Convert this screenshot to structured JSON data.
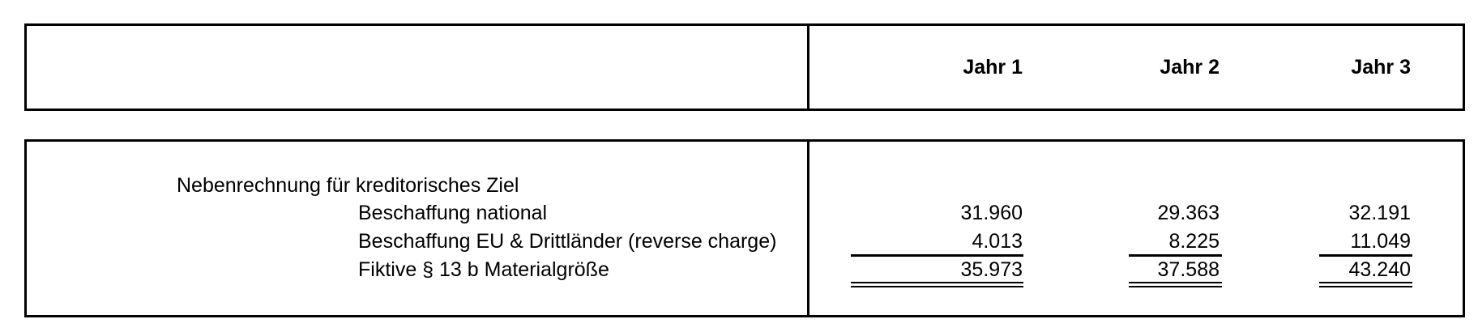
{
  "table": {
    "column_headers": [
      "Jahr 1",
      "Jahr 2",
      "Jahr 3"
    ],
    "section_title": "Nebenrechnung für kreditorisches Ziel",
    "rows": [
      {
        "label": "Beschaffung national",
        "values": [
          "31.960",
          "29.363",
          "32.191"
        ],
        "rule_below": "none"
      },
      {
        "label": "Beschaffung EU & Drittländer (reverse charge)",
        "values": [
          "4.013",
          "8.225",
          "11.049"
        ],
        "rule_below": "single"
      },
      {
        "label": "Fiktive § 13 b Materialgröße",
        "values": [
          "35.973",
          "37.588",
          "43.240"
        ],
        "rule_below": "double"
      }
    ],
    "colors": {
      "border": "#000000",
      "text": "#000000",
      "background": "#ffffff"
    }
  }
}
